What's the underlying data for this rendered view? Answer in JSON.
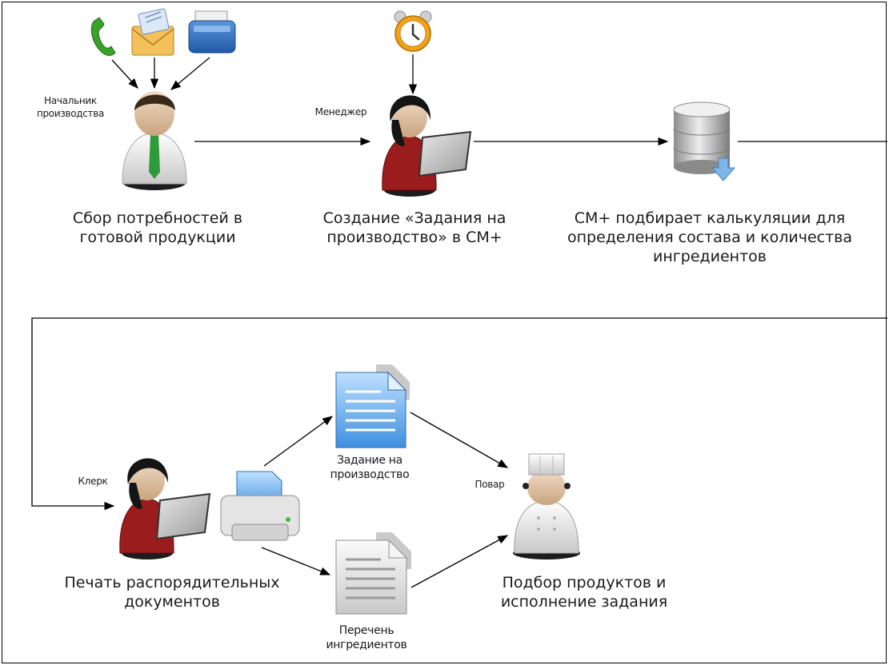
{
  "diagram": {
    "roles": {
      "production_head": "Начальник производства",
      "manager": "Менеджер",
      "clerk": "Клерк",
      "cook": "Повар"
    },
    "steps": {
      "collect": "Сбор потребностей в готовой продукции",
      "create_task": "Создание «Задания на производство» в СМ+",
      "calc": "СМ+ подбирает калькуляции для определения состава и количества ингредиентов",
      "print": "Печать распорядительных документов",
      "execute": "Подбор продуктов и исполнение задания"
    },
    "documents": {
      "task": "Задание на производство",
      "ingredients": "Перечень ингредиентов"
    },
    "icons": [
      "phone-icon",
      "email-icon",
      "fax-icon",
      "alarm-clock-icon",
      "database-icon",
      "printer-icon",
      "document-icon",
      "document-icon",
      "businessman-icon",
      "woman-laptop-icon",
      "chef-icon"
    ],
    "colors": {
      "line": "#000000",
      "doc_blue": "#2f7fd6",
      "doc_grey": "#b9b9b9",
      "phone_green": "#3aa12b",
      "clock_orange": "#f2a218"
    }
  }
}
